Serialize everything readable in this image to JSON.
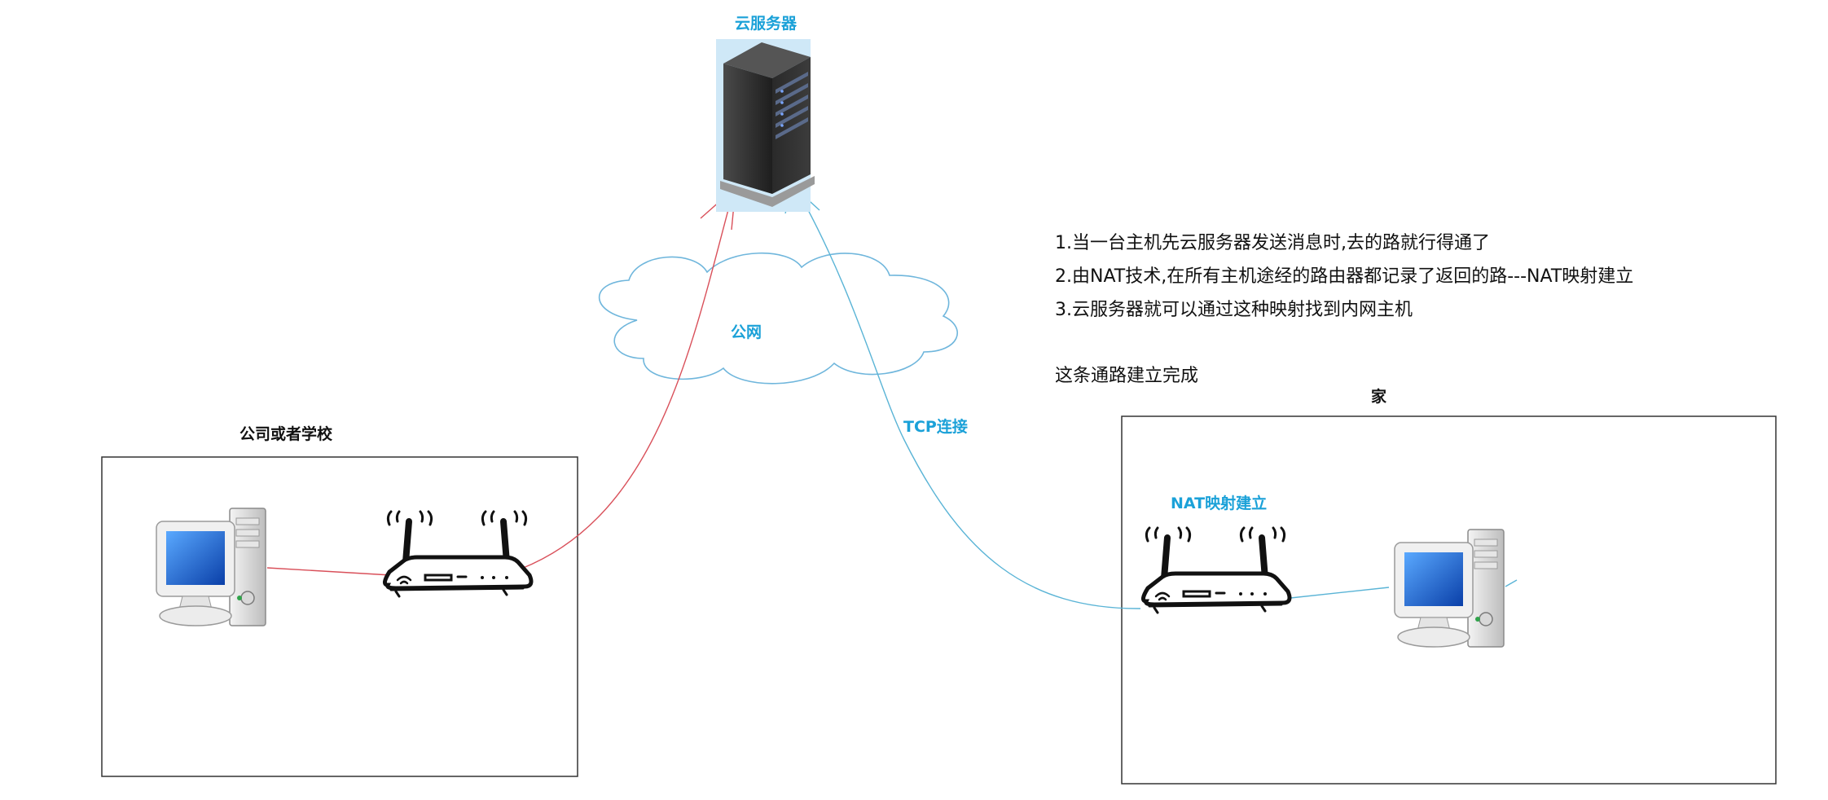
{
  "labels": {
    "server": "云服务器",
    "cloud": "公网",
    "tcp": "TCP连接",
    "nat": "NAT映射建立",
    "company": "公司或者学校",
    "home": "家"
  },
  "notes": {
    "line1": "1.当一台主机先云服务器发送消息时,去的路就行得通了",
    "line2": "2.由NAT技术,在所有主机途经的路由器都记录了返回的路---NAT映射建立",
    "line3": "3.云服务器就可以通过这种映射找到内网主机",
    "done": "这条通路建立完成"
  },
  "colors": {
    "label_blue": "#1ba1d8",
    "red_path": "#d9505a",
    "blue_path": "#5ab4d6",
    "cloud_outline": "#6fb6dc",
    "box_border": "#333333"
  },
  "icons": {
    "server": "server-tower-icon",
    "router": "wifi-router-icon",
    "computer": "desktop-computer-icon",
    "cloud": "cloud-icon"
  }
}
